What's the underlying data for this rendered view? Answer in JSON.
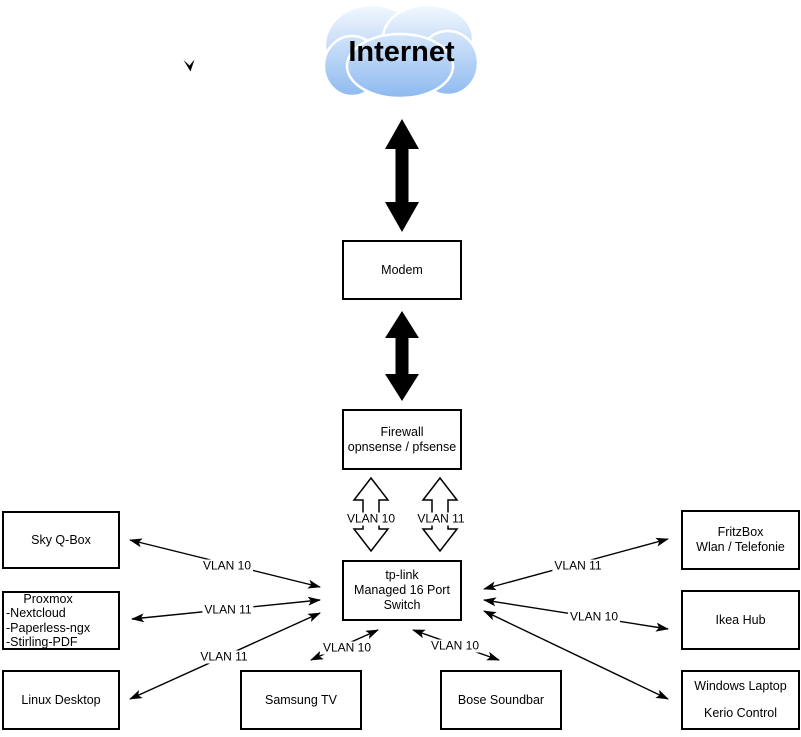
{
  "internet": {
    "label": "Internet"
  },
  "nodes": {
    "modem": {
      "lines": [
        "Modem"
      ]
    },
    "firewall": {
      "lines": [
        "Firewall",
        "opnsense / pfsense"
      ]
    },
    "switch": {
      "lines": [
        "tp-link",
        "Managed 16 Port",
        "Switch"
      ]
    },
    "sky_q_box": {
      "lines": [
        "Sky Q-Box"
      ]
    },
    "proxmox": {
      "title": "Proxmox",
      "items": [
        "-Nextcloud",
        "-Paperless-ngx",
        "-Stirling-PDF"
      ]
    },
    "linux_desktop": {
      "lines": [
        "Linux Desktop"
      ]
    },
    "samsung_tv": {
      "lines": [
        "Samsung TV"
      ]
    },
    "bose_soundbar": {
      "lines": [
        "Bose Soundbar"
      ]
    },
    "fritzbox": {
      "lines": [
        "FritzBox",
        "Wlan / Telefonie"
      ]
    },
    "ikea_hub": {
      "lines": [
        "Ikea Hub"
      ]
    },
    "windows_laptop": {
      "lines": [
        "Windows Laptop",
        "Kerio Control"
      ]
    }
  },
  "links": {
    "firewall_switch_vlan10": {
      "label": "VLAN 10"
    },
    "firewall_switch_vlan11": {
      "label": "VLAN 11"
    },
    "switch_sky": {
      "label": "VLAN 10"
    },
    "switch_proxmox": {
      "label": "VLAN 11"
    },
    "switch_linux": {
      "label": "VLAN 11"
    },
    "switch_samsung": {
      "label": "VLAN 10"
    },
    "switch_bose": {
      "label": "VLAN 10"
    },
    "switch_fritzbox": {
      "label": "VLAN 11"
    },
    "switch_ikea": {
      "label": "VLAN 10"
    }
  },
  "colors": {
    "cloud_top": "#f2f8fe",
    "cloud_bottom": "#8db9f0",
    "line": "#000000",
    "box_border": "#000000",
    "background": "#ffffff"
  }
}
